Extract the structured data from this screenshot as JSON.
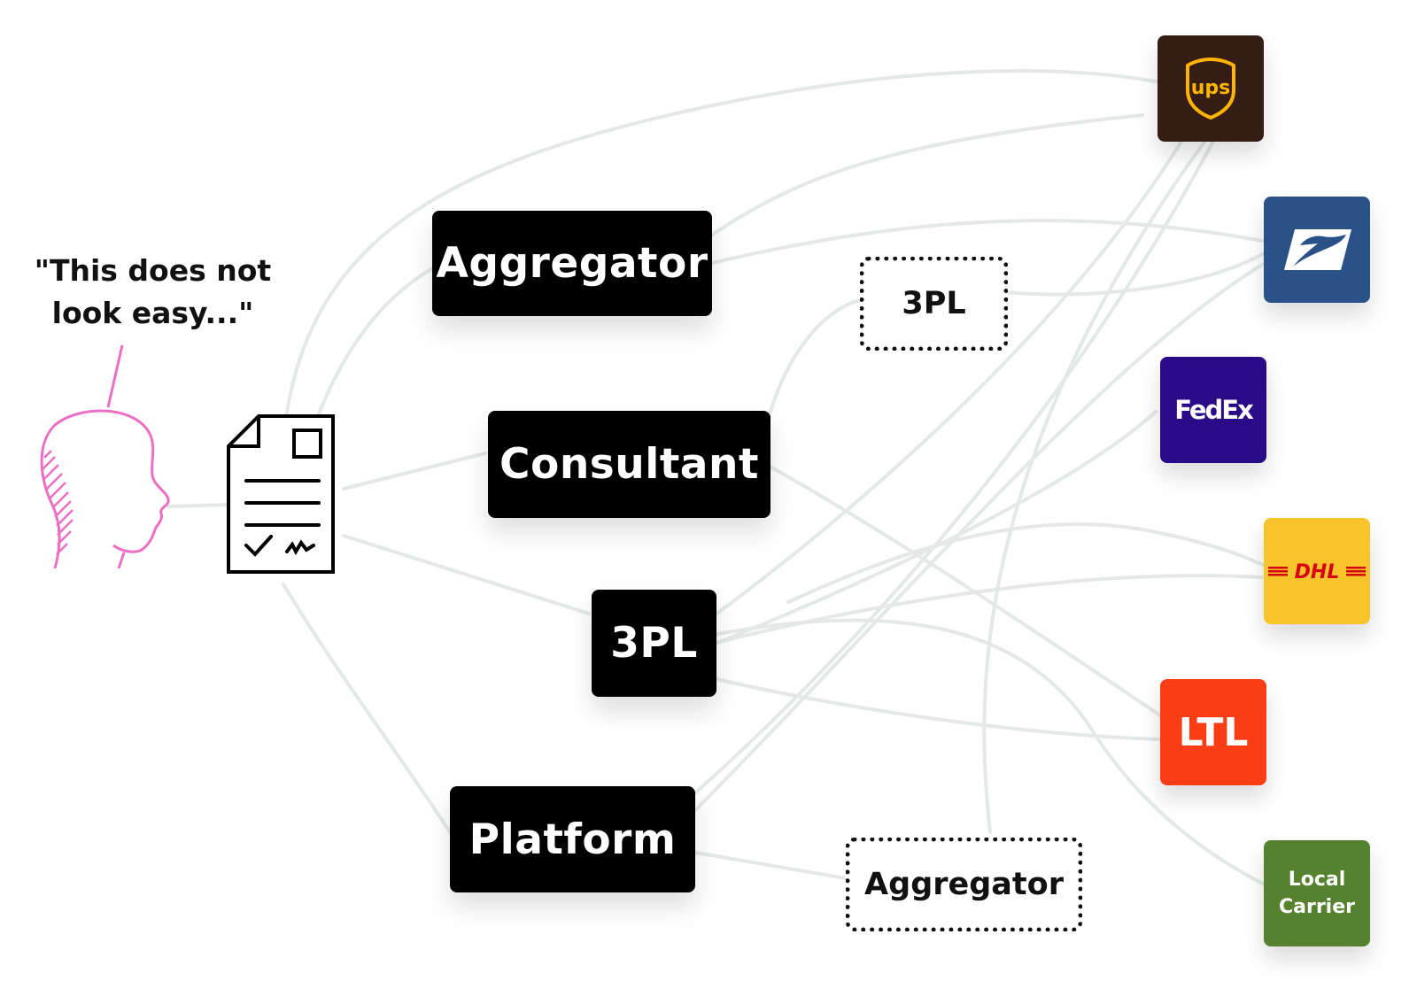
{
  "quote": {
    "line1": "\"This does not",
    "line2": "look easy...\""
  },
  "intermediaries": {
    "aggregator": "Aggregator",
    "consultant": "Consultant",
    "threepl": "3PL",
    "platform": "Platform"
  },
  "secondary": {
    "threepl": "3PL",
    "aggregator": "Aggregator"
  },
  "carriers": {
    "ups": {
      "text": "ups",
      "bg": "#351c15",
      "fg": "#ffb500"
    },
    "usps": {
      "bg": "#2b5189"
    },
    "fedex": {
      "text": "FedEx",
      "bg": "#2b0a87"
    },
    "dhl": {
      "text": "DHL",
      "bg": "#f8c42c",
      "fg": "#d40511"
    },
    "ltl": {
      "text": "LTL",
      "bg": "#fb3d16"
    },
    "local": {
      "line1": "Local",
      "line2": "Carrier",
      "bg": "#56812e"
    }
  },
  "colors": {
    "connector": "#e5e9e8",
    "person": "#ec6fc4"
  }
}
